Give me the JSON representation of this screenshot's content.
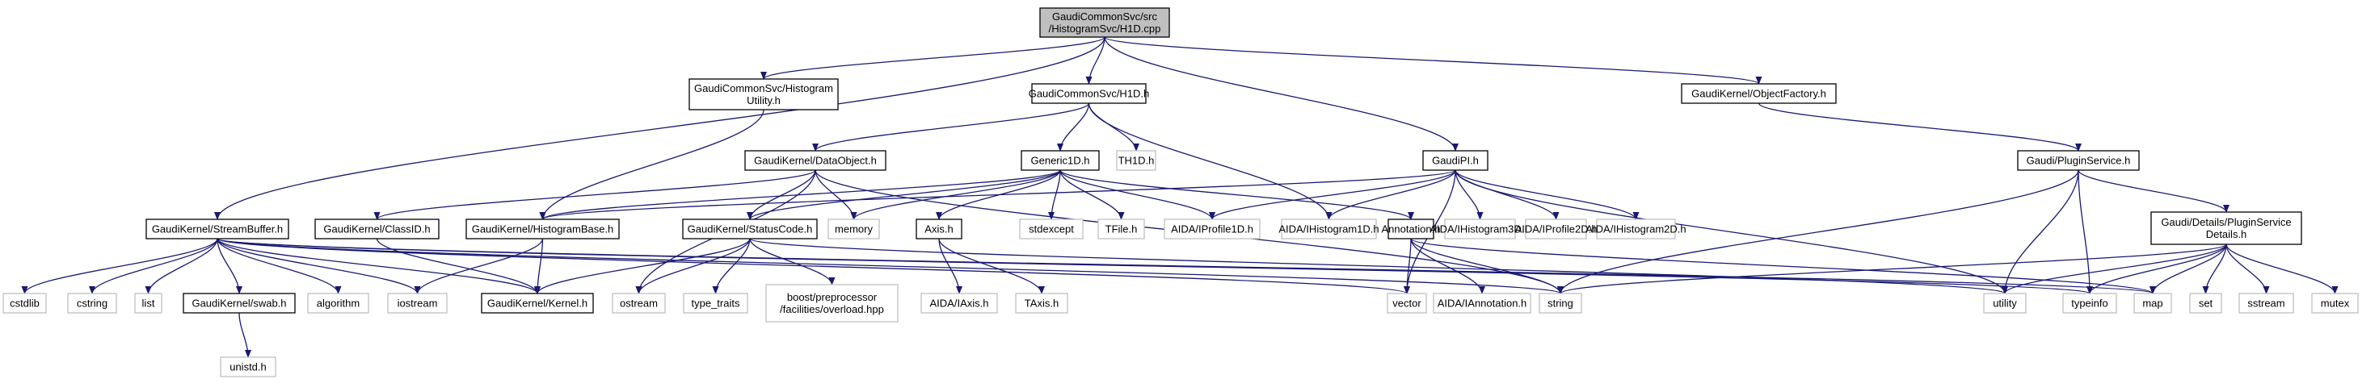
{
  "title": "Include dependency graph for GaudiCommonSvc/src/HistogramSvc/H1D.cpp",
  "colors": {
    "edge": "#191970",
    "root_fill": "#bfbfbf",
    "root_border": "#000000",
    "documented_border": "#000000",
    "external_border": "#bfbfbf",
    "node_fill": "#ffffff"
  },
  "nodes": [
    {
      "id": "root",
      "lines": [
        "GaudiCommonSvc/src",
        "/HistogramSvc/H1D.cpp"
      ],
      "kind": "root"
    },
    {
      "id": "histutil",
      "lines": [
        "GaudiCommonSvc/Histogram",
        "Utility.h"
      ],
      "kind": "documented"
    },
    {
      "id": "h1dh",
      "lines": [
        "GaudiCommonSvc/H1D.h"
      ],
      "kind": "documented"
    },
    {
      "id": "objfactory",
      "lines": [
        "GaudiKernel/ObjectFactory.h"
      ],
      "kind": "documented"
    },
    {
      "id": "dataobject",
      "lines": [
        "GaudiKernel/DataObject.h"
      ],
      "kind": "documented"
    },
    {
      "id": "generic1d",
      "lines": [
        "Generic1D.h"
      ],
      "kind": "documented"
    },
    {
      "id": "th1d",
      "lines": [
        "TH1D.h"
      ],
      "kind": "external"
    },
    {
      "id": "gaudipi",
      "lines": [
        "GaudiPI.h"
      ],
      "kind": "documented"
    },
    {
      "id": "pluginservice",
      "lines": [
        "Gaudi/PluginService.h"
      ],
      "kind": "documented"
    },
    {
      "id": "streambuffer",
      "lines": [
        "GaudiKernel/StreamBuffer.h"
      ],
      "kind": "documented"
    },
    {
      "id": "classid",
      "lines": [
        "GaudiKernel/ClassID.h"
      ],
      "kind": "documented"
    },
    {
      "id": "histbase",
      "lines": [
        "GaudiKernel/HistogramBase.h"
      ],
      "kind": "documented"
    },
    {
      "id": "statuscode",
      "lines": [
        "GaudiKernel/StatusCode.h"
      ],
      "kind": "documented"
    },
    {
      "id": "memory",
      "lines": [
        "memory"
      ],
      "kind": "external"
    },
    {
      "id": "axis",
      "lines": [
        "Axis.h"
      ],
      "kind": "documented"
    },
    {
      "id": "stdexcept",
      "lines": [
        "stdexcept"
      ],
      "kind": "external"
    },
    {
      "id": "tfile",
      "lines": [
        "TFile.h"
      ],
      "kind": "external"
    },
    {
      "id": "iprofile1d",
      "lines": [
        "AIDA/IProfile1D.h"
      ],
      "kind": "external"
    },
    {
      "id": "ihistogram1d",
      "lines": [
        "AIDA/IHistogram1D.h"
      ],
      "kind": "external"
    },
    {
      "id": "annotation",
      "lines": [
        "Annotation.h"
      ],
      "kind": "documented"
    },
    {
      "id": "ihistogram3d",
      "lines": [
        "AIDA/IHistogram3D.h"
      ],
      "kind": "external"
    },
    {
      "id": "iprofile2d",
      "lines": [
        "AIDA/IProfile2D.h"
      ],
      "kind": "external"
    },
    {
      "id": "ihistogram2d",
      "lines": [
        "AIDA/IHistogram2D.h"
      ],
      "kind": "external"
    },
    {
      "id": "pluginservicedetails",
      "lines": [
        "Gaudi/Details/PluginService",
        "Details.h"
      ],
      "kind": "documented"
    },
    {
      "id": "cstdlib",
      "lines": [
        "cstdlib"
      ],
      "kind": "external"
    },
    {
      "id": "cstring",
      "lines": [
        "cstring"
      ],
      "kind": "external"
    },
    {
      "id": "list",
      "lines": [
        "list"
      ],
      "kind": "external"
    },
    {
      "id": "swab",
      "lines": [
        "GaudiKernel/swab.h"
      ],
      "kind": "documented"
    },
    {
      "id": "algorithm",
      "lines": [
        "algorithm"
      ],
      "kind": "external"
    },
    {
      "id": "iostream",
      "lines": [
        "iostream"
      ],
      "kind": "external"
    },
    {
      "id": "kernel",
      "lines": [
        "GaudiKernel/Kernel.h"
      ],
      "kind": "documented"
    },
    {
      "id": "ostream",
      "lines": [
        "ostream"
      ],
      "kind": "external"
    },
    {
      "id": "typetraits",
      "lines": [
        "type_traits"
      ],
      "kind": "external"
    },
    {
      "id": "boostoverload",
      "lines": [
        "boost/preprocessor",
        "/facilities/overload.hpp"
      ],
      "kind": "external"
    },
    {
      "id": "iaxis",
      "lines": [
        "AIDA/IAxis.h"
      ],
      "kind": "external"
    },
    {
      "id": "taxis",
      "lines": [
        "TAxis.h"
      ],
      "kind": "external"
    },
    {
      "id": "vector",
      "lines": [
        "vector"
      ],
      "kind": "external"
    },
    {
      "id": "iannotation",
      "lines": [
        "AIDA/IAnnotation.h"
      ],
      "kind": "external"
    },
    {
      "id": "string",
      "lines": [
        "string"
      ],
      "kind": "external"
    },
    {
      "id": "utility",
      "lines": [
        "utility"
      ],
      "kind": "external"
    },
    {
      "id": "typeinfo",
      "lines": [
        "typeinfo"
      ],
      "kind": "external"
    },
    {
      "id": "map",
      "lines": [
        "map"
      ],
      "kind": "external"
    },
    {
      "id": "set",
      "lines": [
        "set"
      ],
      "kind": "external"
    },
    {
      "id": "sstream",
      "lines": [
        "sstream"
      ],
      "kind": "external"
    },
    {
      "id": "mutex",
      "lines": [
        "mutex"
      ],
      "kind": "external"
    },
    {
      "id": "unistd",
      "lines": [
        "unistd.h"
      ],
      "kind": "external"
    }
  ],
  "edges": [
    [
      "root",
      "histutil"
    ],
    [
      "root",
      "h1dh"
    ],
    [
      "root",
      "objfactory"
    ],
    [
      "root",
      "gaudipi"
    ],
    [
      "root",
      "streambuffer"
    ],
    [
      "histutil",
      "histbase"
    ],
    [
      "h1dh",
      "dataobject"
    ],
    [
      "h1dh",
      "generic1d"
    ],
    [
      "h1dh",
      "th1d"
    ],
    [
      "h1dh",
      "ihistogram1d"
    ],
    [
      "objfactory",
      "pluginservice"
    ],
    [
      "dataobject",
      "classid"
    ],
    [
      "dataobject",
      "statuscode"
    ],
    [
      "dataobject",
      "memory"
    ],
    [
      "dataobject",
      "ostream"
    ],
    [
      "dataobject",
      "string"
    ],
    [
      "generic1d",
      "histbase"
    ],
    [
      "generic1d",
      "memory"
    ],
    [
      "generic1d",
      "axis"
    ],
    [
      "generic1d",
      "stdexcept"
    ],
    [
      "generic1d",
      "tfile"
    ],
    [
      "generic1d",
      "iprofile1d"
    ],
    [
      "generic1d",
      "annotation"
    ],
    [
      "generic1d",
      "statuscode"
    ],
    [
      "gaudipi",
      "histbase"
    ],
    [
      "gaudipi",
      "iprofile1d"
    ],
    [
      "gaudipi",
      "ihistogram1d"
    ],
    [
      "gaudipi",
      "ihistogram3d"
    ],
    [
      "gaudipi",
      "iprofile2d"
    ],
    [
      "gaudipi",
      "ihistogram2d"
    ],
    [
      "gaudipi",
      "vector"
    ],
    [
      "gaudipi",
      "utility"
    ],
    [
      "pluginservice",
      "pluginservicedetails"
    ],
    [
      "pluginservice",
      "string"
    ],
    [
      "pluginservice",
      "utility"
    ],
    [
      "pluginservice",
      "typeinfo"
    ],
    [
      "streambuffer",
      "cstdlib"
    ],
    [
      "streambuffer",
      "cstring"
    ],
    [
      "streambuffer",
      "list"
    ],
    [
      "streambuffer",
      "swab"
    ],
    [
      "streambuffer",
      "algorithm"
    ],
    [
      "streambuffer",
      "iostream"
    ],
    [
      "streambuffer",
      "kernel"
    ],
    [
      "streambuffer",
      "vector"
    ],
    [
      "streambuffer",
      "string"
    ],
    [
      "streambuffer",
      "typeinfo"
    ],
    [
      "streambuffer",
      "map"
    ],
    [
      "classid",
      "kernel"
    ],
    [
      "histbase",
      "kernel"
    ],
    [
      "histbase",
      "iostream"
    ],
    [
      "statuscode",
      "kernel"
    ],
    [
      "statuscode",
      "ostream"
    ],
    [
      "statuscode",
      "typetraits"
    ],
    [
      "statuscode",
      "boostoverload"
    ],
    [
      "statuscode",
      "utility"
    ],
    [
      "axis",
      "iaxis"
    ],
    [
      "axis",
      "taxis"
    ],
    [
      "annotation",
      "vector"
    ],
    [
      "annotation",
      "iannotation"
    ],
    [
      "annotation",
      "string"
    ],
    [
      "annotation",
      "map"
    ],
    [
      "pluginservicedetails",
      "string"
    ],
    [
      "pluginservicedetails",
      "utility"
    ],
    [
      "pluginservicedetails",
      "typeinfo"
    ],
    [
      "pluginservicedetails",
      "map"
    ],
    [
      "pluginservicedetails",
      "set"
    ],
    [
      "pluginservicedetails",
      "sstream"
    ],
    [
      "pluginservicedetails",
      "mutex"
    ],
    [
      "swab",
      "unistd"
    ]
  ]
}
